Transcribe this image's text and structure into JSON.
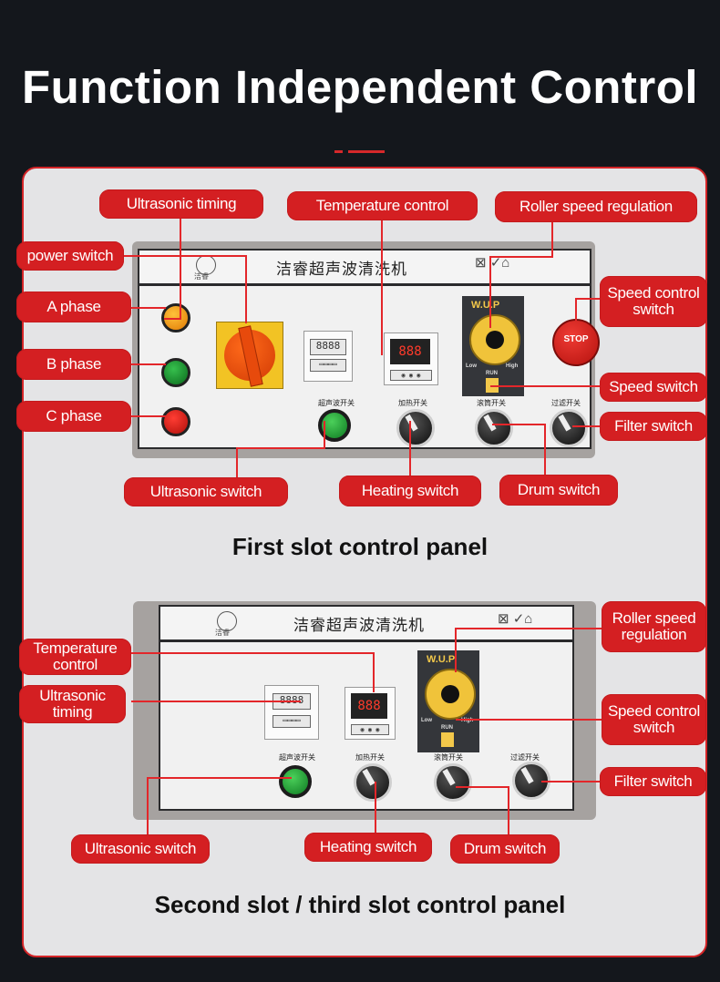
{
  "title": "Function Independent Control",
  "panel1": {
    "caption": "First slot control panel",
    "machine_name": "洁睿超声波清洗机",
    "brand": "洁睿",
    "speed_display": "W.U.P",
    "run_label": "RUN",
    "low_label": "Low",
    "high_label": "High",
    "stop_label": "STOP",
    "switch_labels": [
      "超声波开关",
      "加热开关",
      "滚筒开关",
      "过滤开关"
    ],
    "labels": {
      "ultrasonic_timing": "Ultrasonic timing",
      "temperature_control": "Temperature control",
      "roller_speed_regulation": "Roller speed regulation",
      "power_switch": "power switch",
      "a_phase": "A phase",
      "b_phase": "B phase",
      "c_phase": "C phase",
      "speed_control_switch": "Speed control switch",
      "speed_switch": "Speed switch",
      "filter_switch": "Filter switch",
      "ultrasonic_switch": "Ultrasonic switch",
      "heating_switch": "Heating switch",
      "drum_switch": "Drum switch"
    }
  },
  "panel2": {
    "caption": "Second slot / third slot control panel",
    "machine_name": "洁睿超声波清洗机",
    "brand": "洁睿",
    "speed_display": "W.U.P",
    "run_label": "RUN",
    "low_label": "Low",
    "high_label": "High",
    "switch_labels": [
      "超声波开关",
      "加热开关",
      "滚筒开关",
      "过滤开关"
    ],
    "labels": {
      "temperature_control": "Temperature control",
      "ultrasonic_timing": "Ultrasonic timing",
      "roller_speed_regulation": "Roller speed regulation",
      "speed_control_switch": "Speed control switch",
      "filter_switch": "Filter switch",
      "ultrasonic_switch": "Ultrasonic switch",
      "heating_switch": "Heating switch",
      "drum_switch": "Drum switch"
    }
  },
  "colors": {
    "accent": "#d41f22",
    "background": "#14171c",
    "card": "#e4e4e6"
  }
}
